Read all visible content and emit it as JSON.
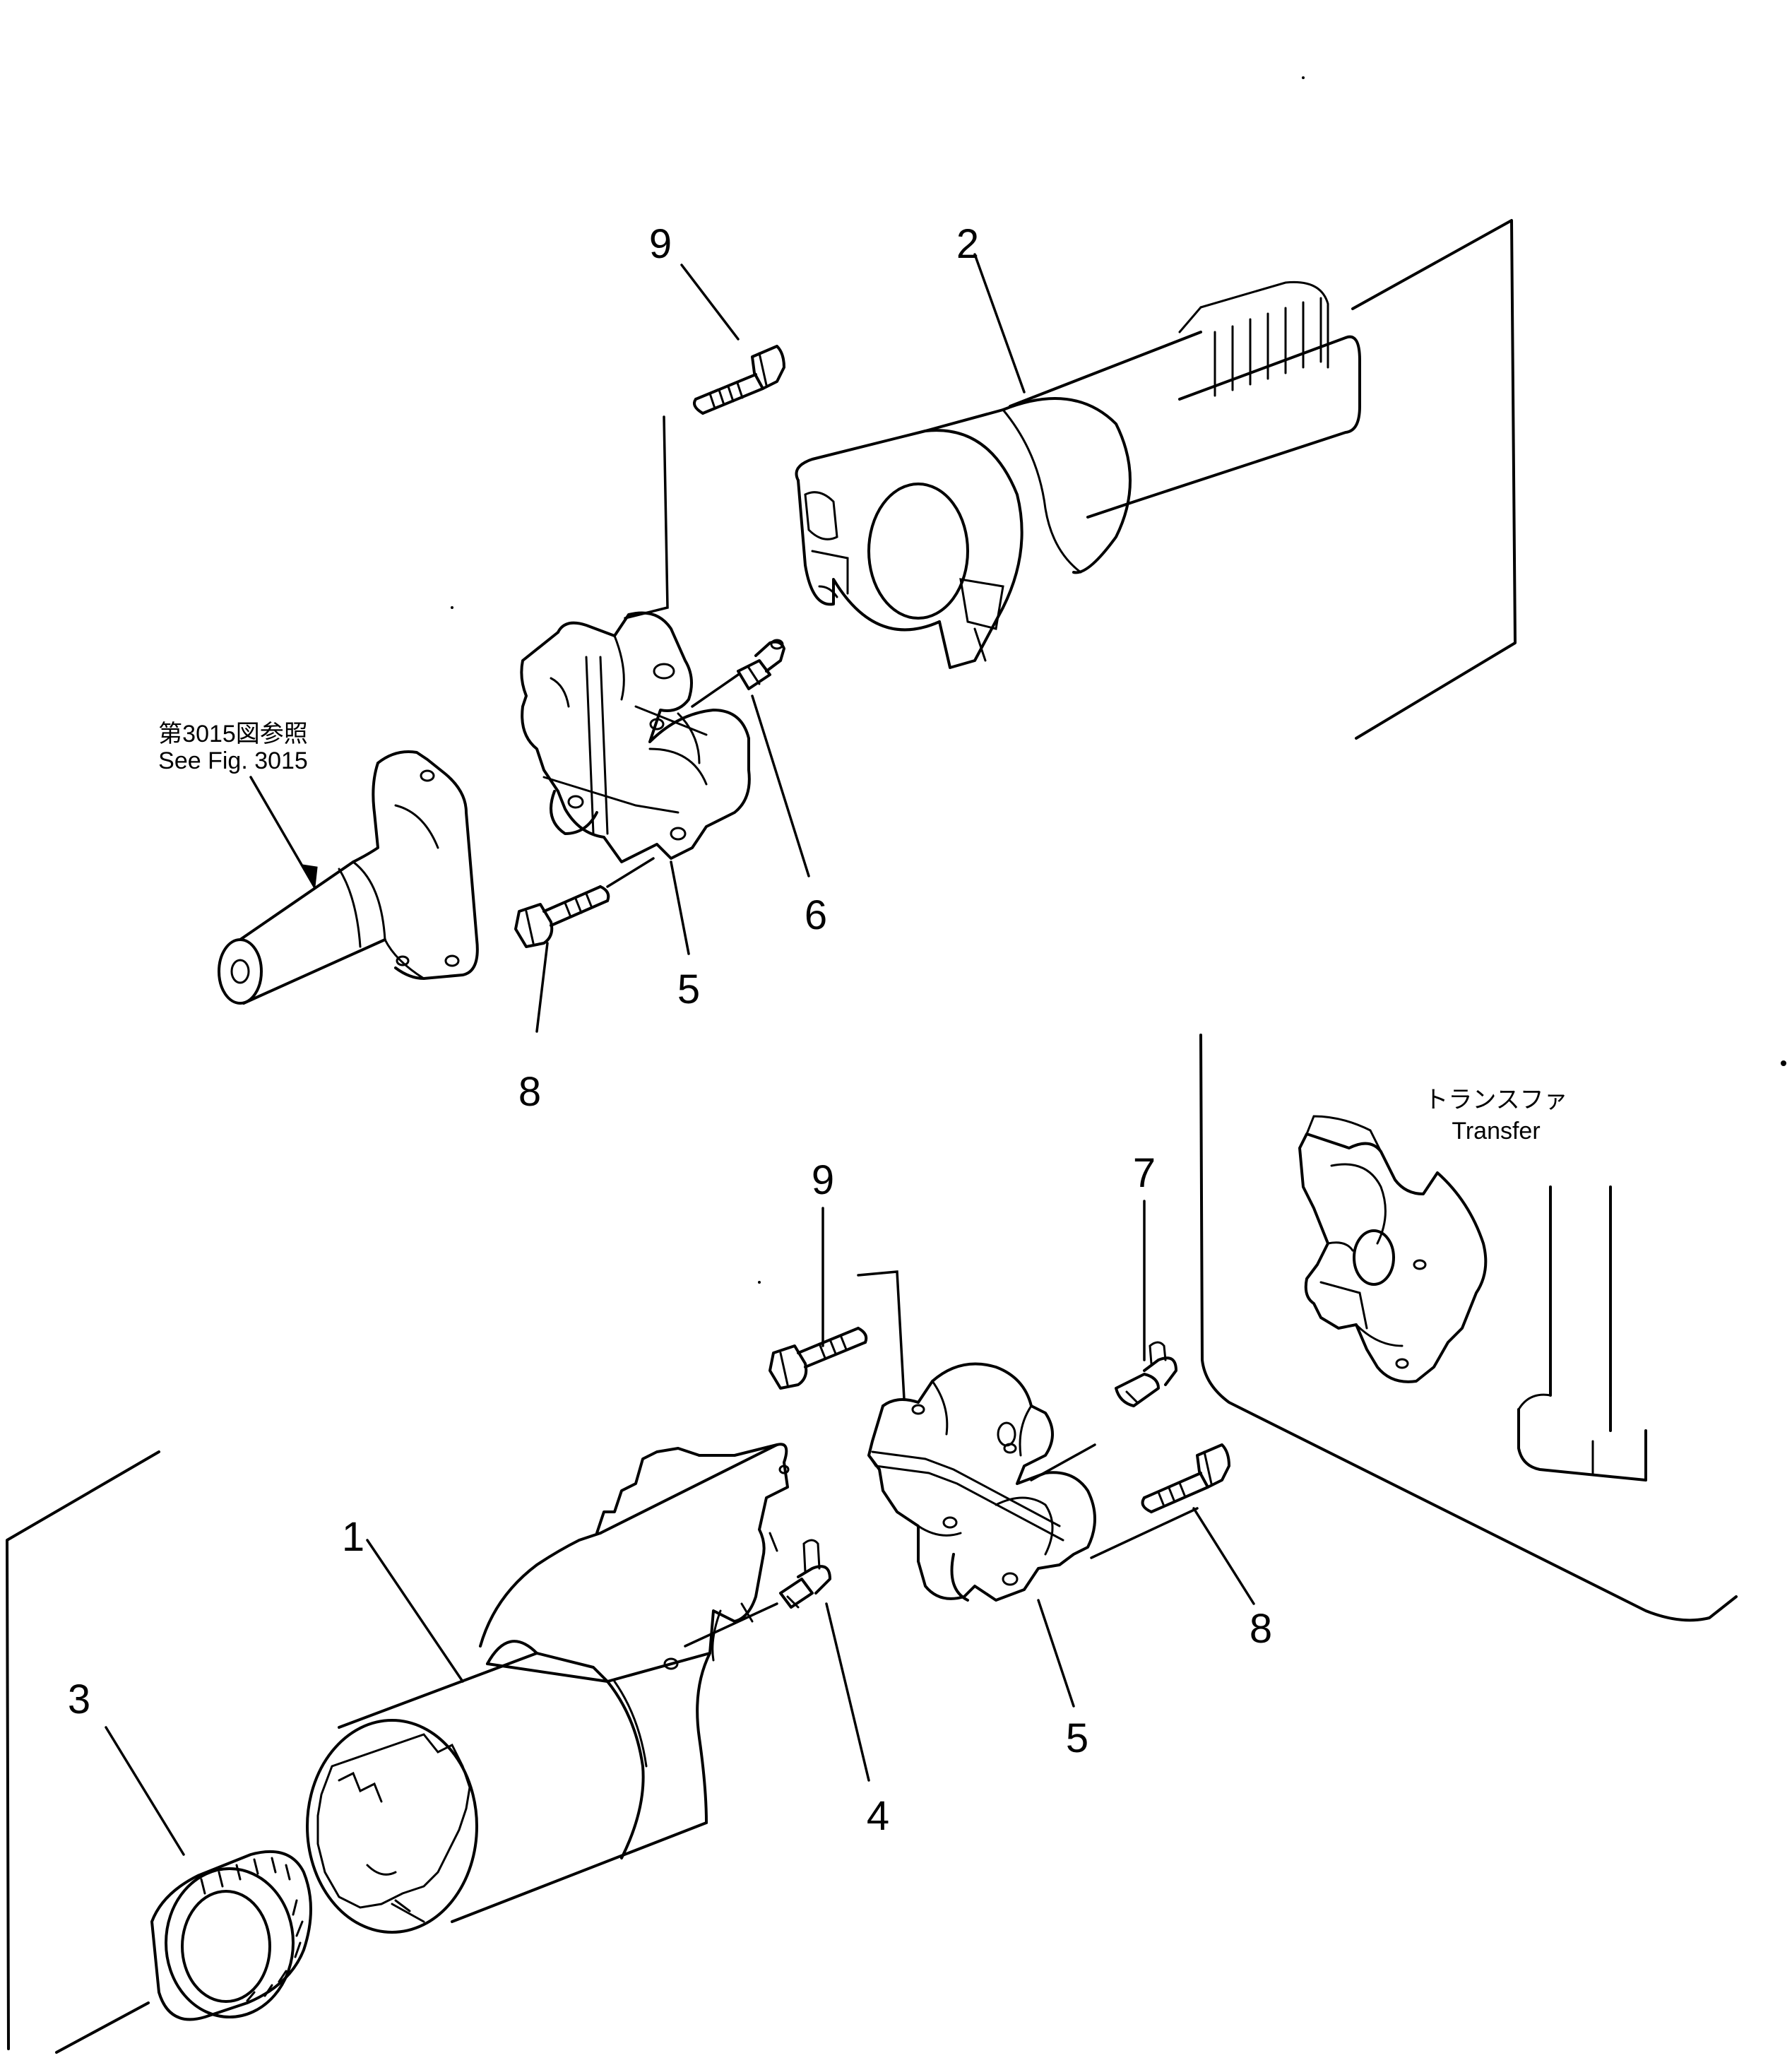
{
  "callouts": {
    "c9_top": "9",
    "c2": "2",
    "c6": "6",
    "c5_top": "5",
    "c8_top": "8",
    "c9_bottom": "9",
    "c7": "7",
    "c8_bottom": "8",
    "c5_bottom": "5",
    "c1": "1",
    "c3": "3",
    "c4": "4"
  },
  "notes": {
    "ref_jp": "第3015図参照",
    "ref_en": "See Fig. 3015",
    "transfer_jp": "トランスファ",
    "transfer_en": "Transfer"
  }
}
